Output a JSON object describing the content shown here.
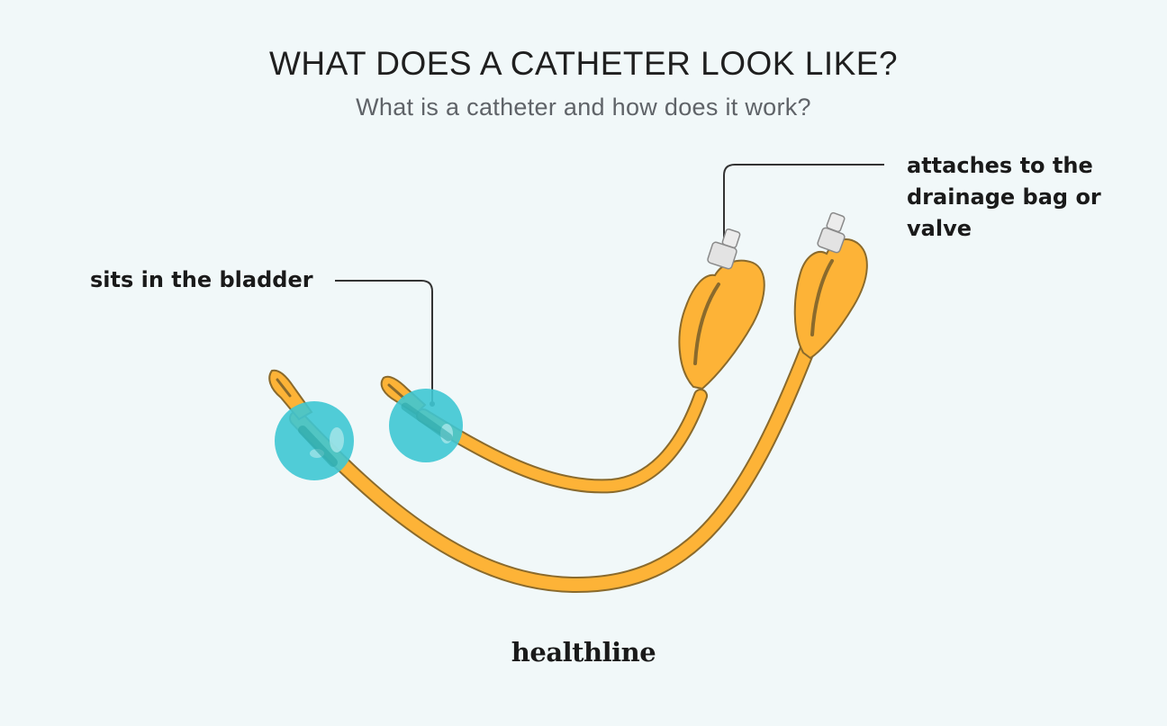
{
  "title": "WHAT DOES A CATHETER LOOK LIKE?",
  "subtitle": "What is a catheter and how does it work?",
  "labels": {
    "bladder": "sits in the bladder",
    "drainage": "attaches to the drainage bag or valve"
  },
  "logo": "healthline",
  "colors": {
    "background": "#f1f8f9",
    "catheter": "#fdb337",
    "catheter_outline": "#8a6a2c",
    "balloon": "#3ec6d3",
    "connector": "#e5e5e5"
  }
}
